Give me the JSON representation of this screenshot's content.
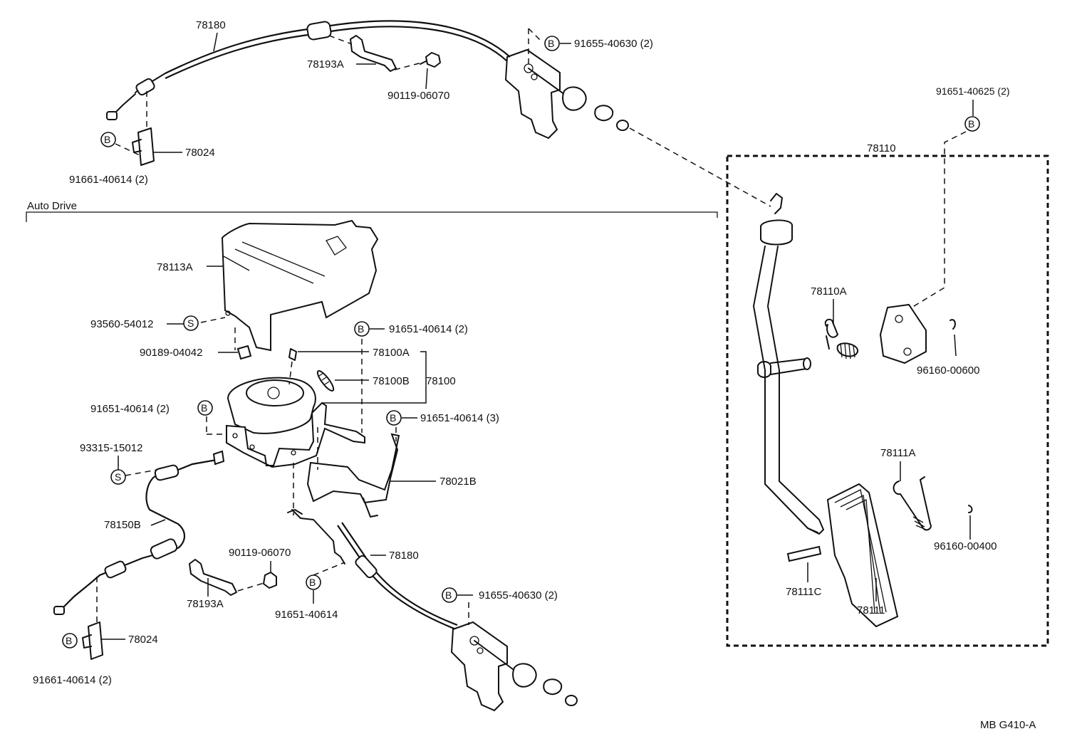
{
  "diagram": {
    "section_label": "Auto Drive",
    "code": "MB G410-A",
    "labels": {
      "l_78180_top": "78180",
      "l_78193A_top": "78193A",
      "l_90119_top": "90119-06070",
      "l_91655_top": "91655-40630 (2)",
      "l_78024_top": "78024",
      "l_91661_top": "91661-40614 (2)",
      "l_91651_40625": "91651-40625 (2)",
      "l_78110": "78110",
      "l_78110A": "78110A",
      "l_96160_600": "96160-00600",
      "l_78111A": "78111A",
      "l_96160_400": "96160-00400",
      "l_78111C": "78111C",
      "l_78111": "78111",
      "l_78113A": "78113A",
      "l_93560": "93560-54012",
      "l_90189": "90189-04042",
      "l_91651_b1": "91651-40614 (2)",
      "l_78100A": "78100A",
      "l_78100B": "78100B",
      "l_78100": "78100",
      "l_91651_b2": "91651-40614 (2)",
      "l_91651_b3": "91651-40614 (3)",
      "l_93315": "93315-15012",
      "l_78021B": "78021B",
      "l_78150B": "78150B",
      "l_90119_bot": "90119-06070",
      "l_78180_bot": "78180",
      "l_78193A_bot": "78193A",
      "l_91651_single": "91651-40614",
      "l_91655_bot": "91655-40630 (2)",
      "l_78024_bot": "78024",
      "l_91661_bot": "91661-40614 (2)"
    },
    "markers": {
      "b": "B",
      "s": "S"
    }
  }
}
